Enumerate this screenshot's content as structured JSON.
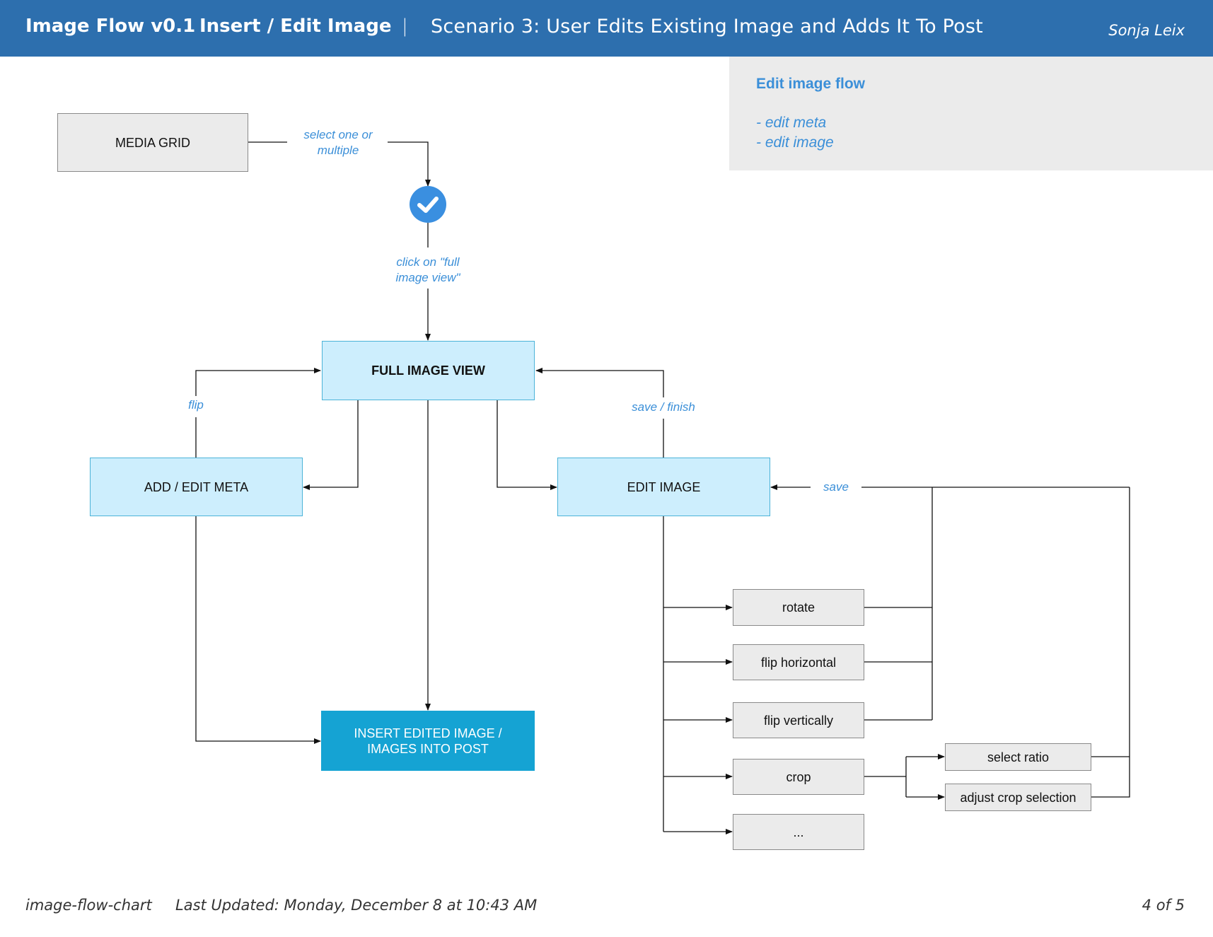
{
  "header": {
    "app_title": "Image Flow v0.1",
    "section": "Insert / Edit Image",
    "separator": "|",
    "scenario": "Scenario 3: User Edits Existing Image and Adds It To Post",
    "author": "Sonja Leix"
  },
  "note": {
    "title": "Edit image flow",
    "items": [
      "- edit meta",
      "- edit image"
    ]
  },
  "nodes": {
    "media_grid": "MEDIA GRID",
    "full_image_view": "FULL IMAGE VIEW",
    "add_edit_meta": "ADD / EDIT META",
    "edit_image": "EDIT IMAGE",
    "insert_line1": "INSERT EDITED IMAGE /",
    "insert_line2": "IMAGES INTO POST",
    "rotate": "rotate",
    "flip_horizontal": "flip horizontal",
    "flip_vertically": "flip vertically",
    "crop": "crop",
    "more": "...",
    "select_ratio": "select ratio",
    "adjust_crop": "adjust crop selection"
  },
  "edges": {
    "select_line1": "select one or",
    "select_line2": "multiple",
    "click_line1": "click on \"full",
    "click_line2": "image view\"",
    "flip": "flip",
    "save_finish": "save / finish",
    "save": "save"
  },
  "icons": {
    "check": "check-circle-icon"
  },
  "colors": {
    "header": "#2d6fae",
    "accent_text": "#3b8fd8",
    "light_node": "#cdeefd",
    "dark_node": "#15a3d3",
    "gray_node": "#ebebeb",
    "check_icon": "#3a8fe0"
  },
  "footer": {
    "filename": "image-flow-chart",
    "updated": "Last Updated: Monday, December 8 at 10:43 AM",
    "page": "4 of 5"
  }
}
